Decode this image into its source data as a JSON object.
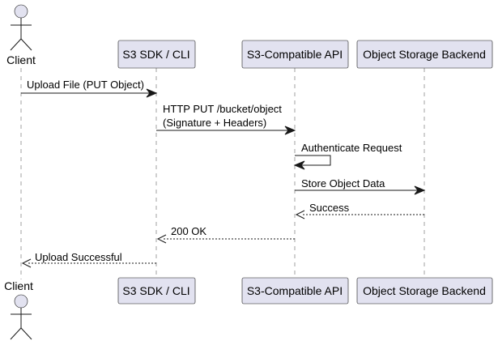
{
  "participants": {
    "client": "Client",
    "sdk": "S3 SDK / CLI",
    "api": "S3-Compatible API",
    "backend": "Object Storage Backend"
  },
  "messages": [
    {
      "lines": [
        "Upload File (PUT Object)"
      ],
      "style": "solid"
    },
    {
      "lines": [
        "HTTP PUT /bucket/object",
        "(Signature + Headers)"
      ],
      "style": "solid"
    },
    {
      "lines": [
        "Authenticate Request"
      ],
      "style": "solid"
    },
    {
      "lines": [
        "Store Object Data"
      ],
      "style": "solid"
    },
    {
      "lines": [
        "Success"
      ],
      "style": "dotted"
    },
    {
      "lines": [
        "200 OK"
      ],
      "style": "dotted"
    },
    {
      "lines": [
        "Upload Successful"
      ],
      "style": "dotted"
    }
  ]
}
